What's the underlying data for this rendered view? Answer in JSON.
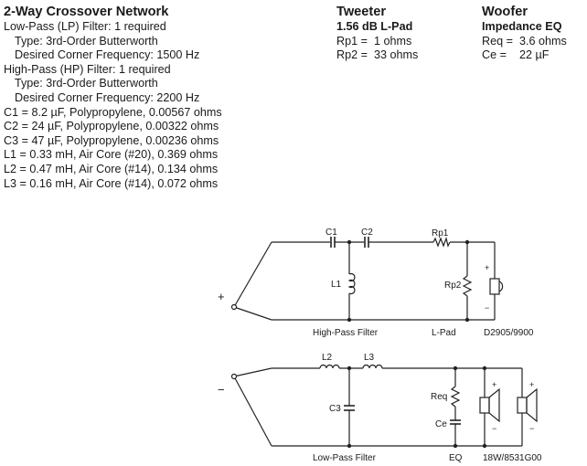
{
  "title": "2-Way Crossover Network",
  "specs": [
    {
      "text": "Low-Pass (LP) Filter: 1 required",
      "indent": false
    },
    {
      "text": "Type: 3rd-Order Butterworth",
      "indent": true
    },
    {
      "text": "Desired Corner Frequency: 1500 Hz",
      "indent": true
    },
    {
      "text": "High-Pass (HP) Filter: 1 required",
      "indent": false
    },
    {
      "text": "Type: 3rd-Order Butterworth",
      "indent": true
    },
    {
      "text": "Desired Corner Frequency: 2200 Hz",
      "indent": true
    },
    {
      "text": "C1 = 8.2 µF, Polypropylene, 0.00567 ohms",
      "indent": false
    },
    {
      "text": "C2 = 24 µF, Polypropylene, 0.00322 ohms",
      "indent": false
    },
    {
      "text": "C3 = 47 µF, Polypropylene, 0.00236 ohms",
      "indent": false
    },
    {
      "text": "L1 = 0.33 mH, Air Core (#20), 0.369 ohms",
      "indent": false
    },
    {
      "text": "L2 = 0.47 mH, Air Core (#14), 0.134 ohms",
      "indent": false
    },
    {
      "text": "L3 = 0.16 mH, Air Core (#14), 0.072 ohms",
      "indent": false
    }
  ],
  "tweeter": {
    "heading": "Tweeter",
    "subheading": "1.56 dB L-Pad",
    "lines": [
      "Rp1 =  1 ohms",
      "Rp2 =  33 ohms"
    ]
  },
  "woofer": {
    "heading": "Woofer",
    "subheading": "Impedance EQ",
    "lines": [
      "Req =  3.6 ohms",
      "Ce =    22 µF"
    ]
  },
  "schematic": {
    "labels": {
      "c1": "C1",
      "c2": "C2",
      "c3": "C3",
      "l1": "L1",
      "l2": "L2",
      "l3": "L3",
      "rp1": "Rp1",
      "rp2": "Rp2",
      "req": "Req",
      "ce": "Ce",
      "plus": "+",
      "minus": "−",
      "hp_filter": "High-Pass Filter",
      "lpad": "L-Pad",
      "tweeter_model": "D2905/9900",
      "lp_filter": "Low-Pass Filter",
      "eq": "EQ",
      "woofer_model": "18W/8531G00",
      "spk_plus": "+",
      "spk_minus": "−"
    }
  }
}
